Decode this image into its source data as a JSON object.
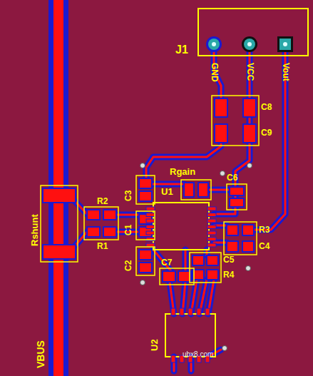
{
  "diagram": {
    "labels": [
      "J1",
      "GND",
      "VCC",
      "Vout",
      "C8",
      "C9",
      "Rgain",
      "C3",
      "U1",
      "C6",
      "R2",
      "R1",
      "C1",
      "Rshunt",
      "R3",
      "C4",
      "C2",
      "C7",
      "C5",
      "R4",
      "U2",
      "VBUS",
      "ubx8.com"
    ]
  }
}
